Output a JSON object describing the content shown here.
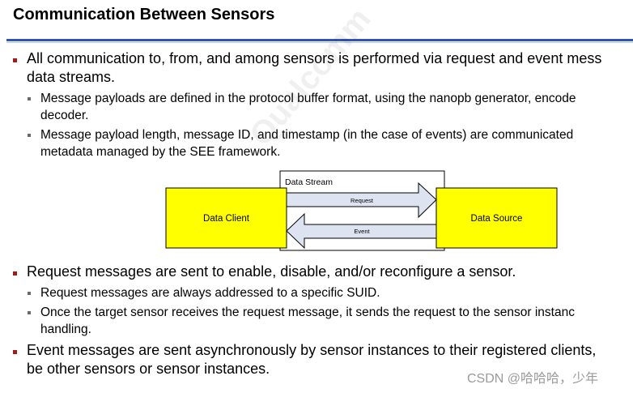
{
  "slide": {
    "title": "Communication Between Sensors",
    "bullets": [
      {
        "line1": "All communication to, from, and among sensors is performed via request and event mess",
        "line2": "data streams.",
        "sub": [
          {
            "line1": "Message payloads are defined in the protocol buffer format, using the nanopb generator, encode",
            "line2": "decoder."
          },
          {
            "line1": "Message payload length, message ID, and timestamp (in the case of events) are communicated",
            "line2": "metadata managed by the SEE framework."
          }
        ]
      },
      {
        "line1": "Request messages are sent to enable, disable, and/or reconfigure a sensor.",
        "sub": [
          {
            "line1": "Request messages are always addressed to a specific SUID."
          },
          {
            "line1": "Once the target sensor receives the request message, it sends the request to the sensor instanc",
            "line2": "handling."
          }
        ]
      },
      {
        "line1": "Event messages are sent asynchronously by sensor instances to their registered clients,",
        "line2": "be other sensors or sensor instances."
      }
    ]
  },
  "diagram": {
    "stream_label": "Data Stream",
    "client_label": "Data Client",
    "source_label": "Data Source",
    "request_label": "Request",
    "event_label": "Event",
    "box_color": "#ffff00",
    "arrow_fill": "#dde3f1"
  },
  "watermark": "Qualcomm",
  "credit": "CSDN @哈哈哈，少年"
}
